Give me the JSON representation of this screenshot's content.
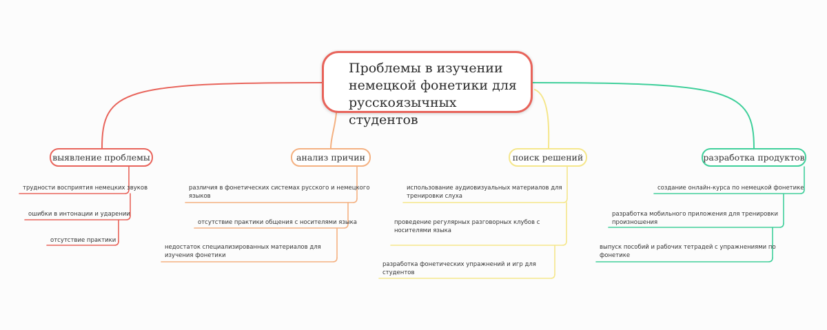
{
  "root": {
    "lines": [
      "Проблемы в изучении",
      "немецкой фонетики для",
      "русскоязычных студентов"
    ],
    "color": "#e8635a"
  },
  "branches": [
    {
      "label": "выявление проблемы",
      "color": "#e8635a",
      "items": [
        [
          "трудности восприятия немецких звуков"
        ],
        [
          "ошибки в интонации и ударении"
        ],
        [
          "отсутствие практики"
        ]
      ]
    },
    {
      "label": "анализ причин",
      "color": "#f4b080",
      "items": [
        [
          "различия в фонетических системах русского и немецкого",
          "языков"
        ],
        [
          "отсутствие практики общения с носителями языка"
        ],
        [
          "недостаток специализированных материалов для",
          "изучения фонетики"
        ]
      ]
    },
    {
      "label": "поиск решений",
      "color": "#f5e68a",
      "items": [
        [
          "использование аудиовизуальных материалов для",
          "тренировки слуха"
        ],
        [
          "проведение регулярных разговорных клубов с",
          "носителями языка"
        ],
        [
          "разработка фонетических упражнений и игр для",
          "студентов"
        ]
      ]
    },
    {
      "label": "разработка продуктов",
      "color": "#3ecf9a",
      "items": [
        [
          "создание онлайн-курса по немецкой фонетике"
        ],
        [
          "разработка мобильного приложения для тренировки",
          "произношения"
        ],
        [
          "выпуск пособий и рабочих тетрадей с упражнениями по",
          "фонетике"
        ]
      ]
    }
  ]
}
